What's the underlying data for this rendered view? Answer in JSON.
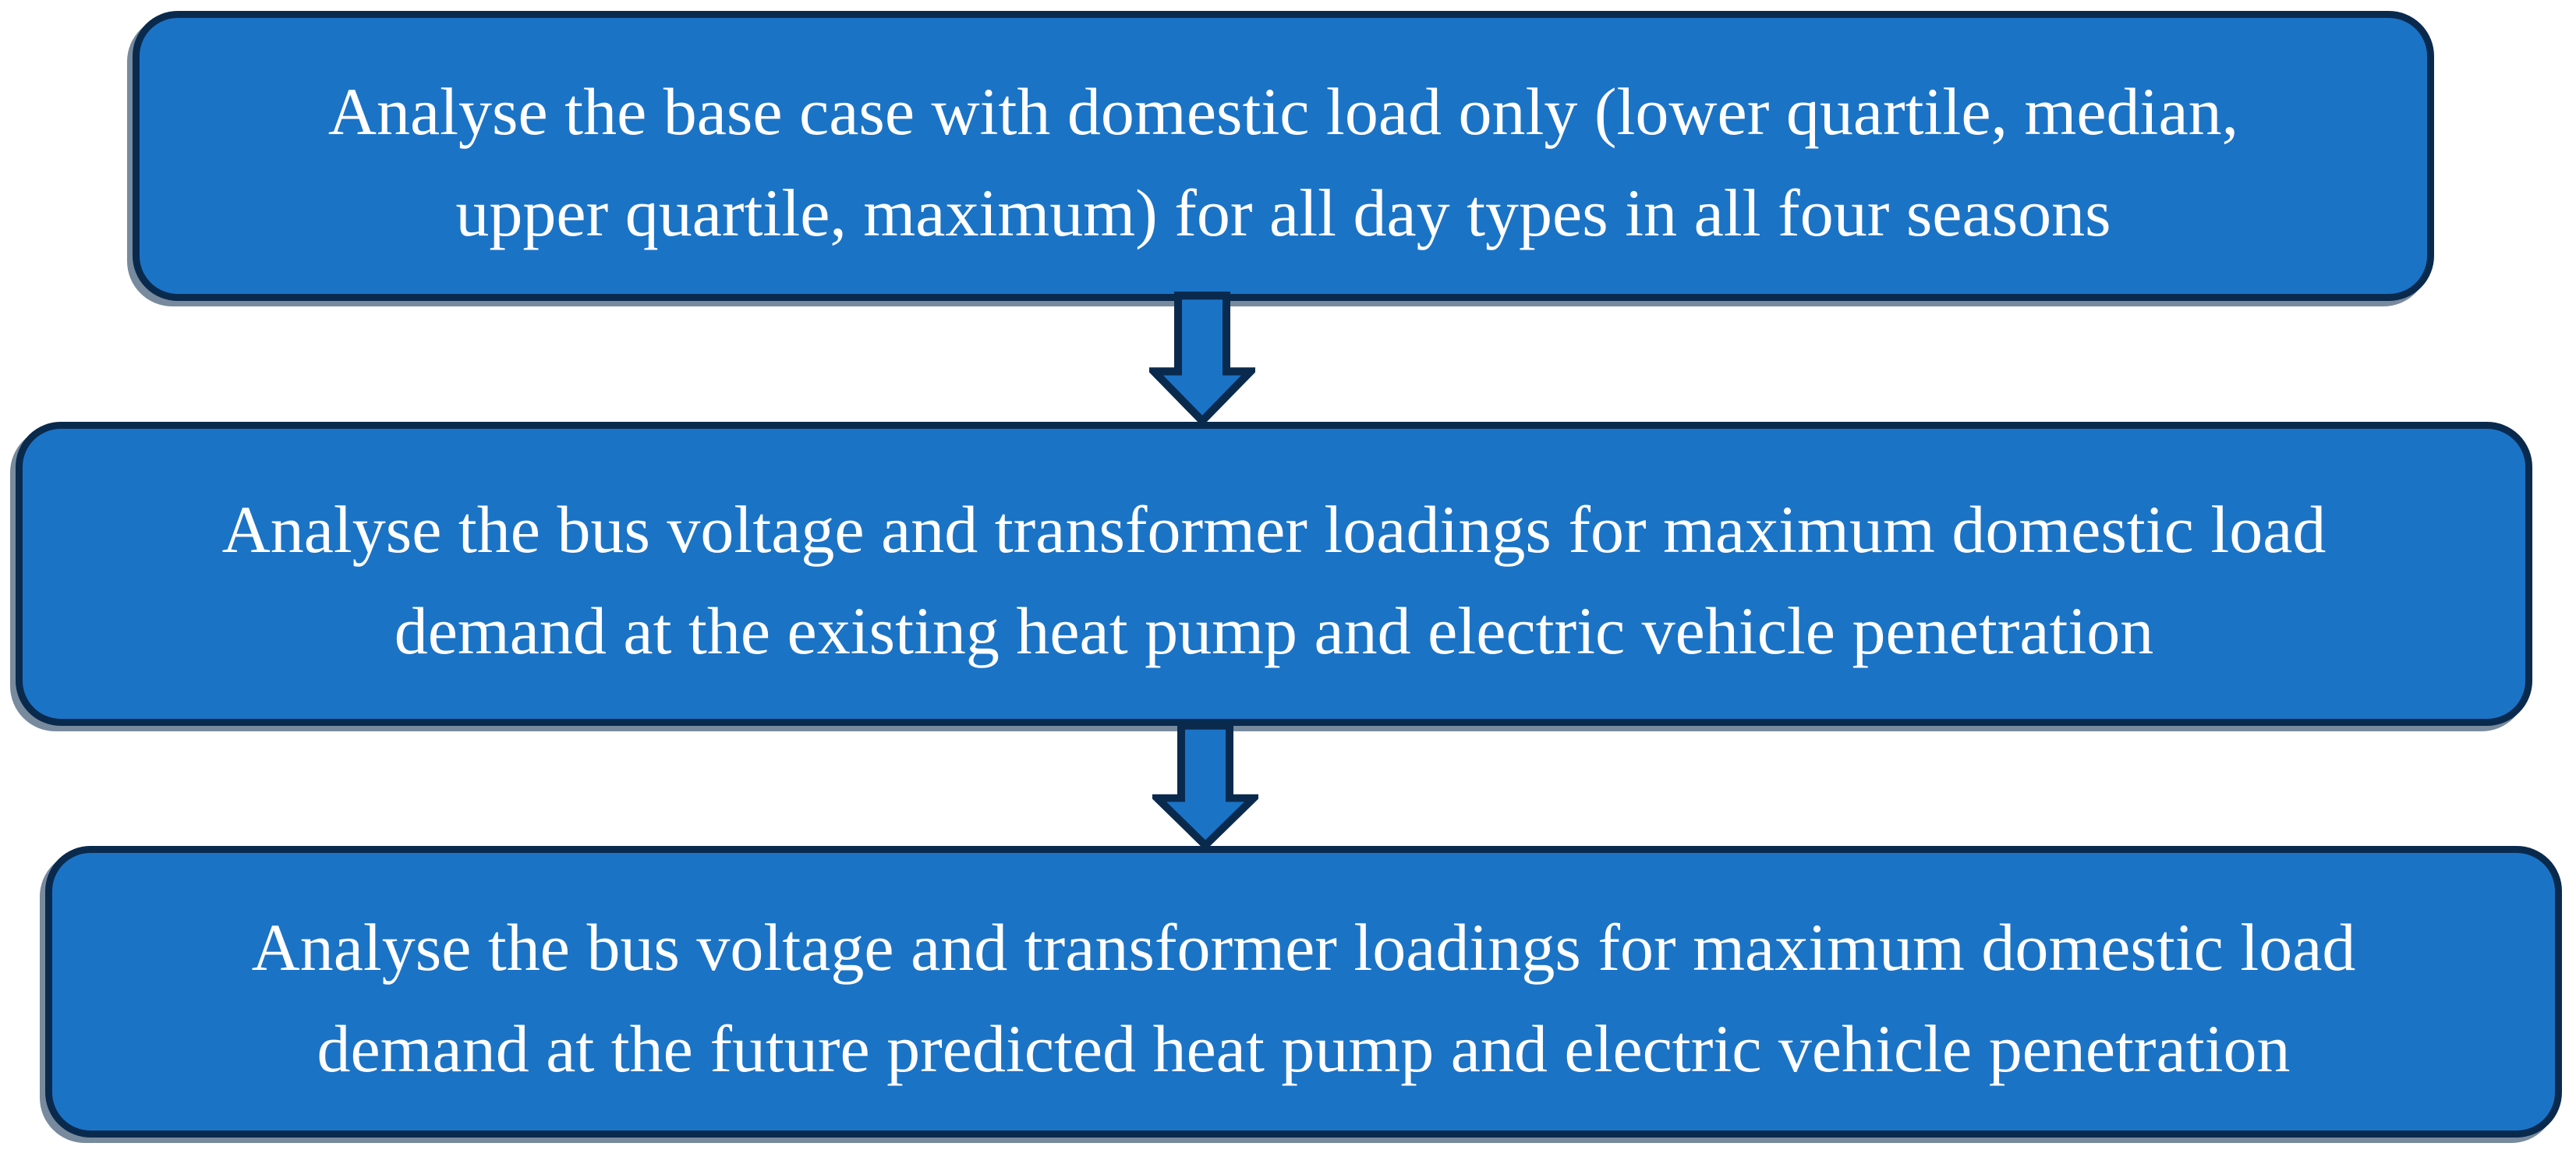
{
  "figure": {
    "type": "flowchart",
    "description": "Three-step vertical analysis process flowchart connected by downward arrows",
    "steps": [
      {
        "id": 1,
        "lines": [
          "Analyse the base case with domestic load only (lower quartile, median,",
          "upper quartile, maximum) for all day types in all four seasons"
        ]
      },
      {
        "id": 2,
        "lines": [
          "Analyse the bus voltage and transformer loadings for maximum domestic load",
          "demand at the existing heat pump and electric vehicle penetration"
        ]
      },
      {
        "id": 3,
        "lines": [
          "Analyse the bus voltage and transformer loadings for maximum domestic load",
          "demand at the future predicted heat pump and electric vehicle penetration"
        ]
      }
    ],
    "connectors": [
      {
        "from": 1,
        "to": 2,
        "direction": "down"
      },
      {
        "from": 2,
        "to": 3,
        "direction": "down"
      }
    ]
  },
  "colors": {
    "box_fill": "#1B73C6",
    "box_border": "#0A2A4D",
    "arrow_fill": "#1B73C6",
    "arrow_border": "#0A2A4D",
    "text": "#FFFFFF",
    "background": "#FFFFFF"
  }
}
